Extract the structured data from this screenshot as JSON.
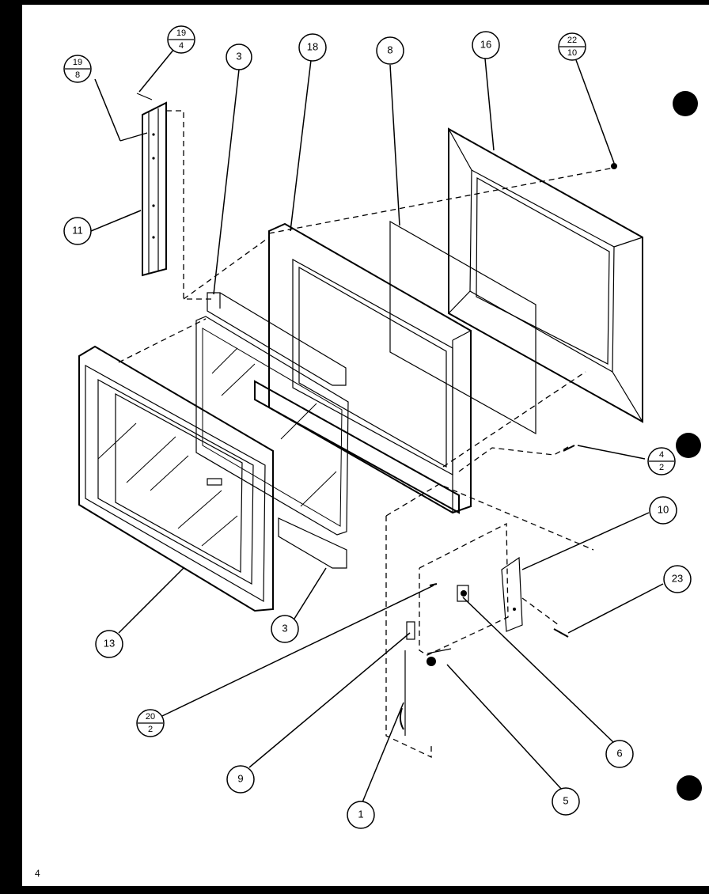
{
  "diagram": {
    "callouts": [
      {
        "id": "c11",
        "label": "11"
      },
      {
        "id": "c3a",
        "label": "3"
      },
      {
        "id": "c18",
        "label": "18"
      },
      {
        "id": "c8",
        "label": "8"
      },
      {
        "id": "c16",
        "label": "16"
      },
      {
        "id": "c13",
        "label": "13"
      },
      {
        "id": "c3b",
        "label": "3"
      },
      {
        "id": "c10",
        "label": "10"
      },
      {
        "id": "c23",
        "label": "23"
      },
      {
        "id": "c6",
        "label": "6"
      },
      {
        "id": "c9",
        "label": "9"
      },
      {
        "id": "c5",
        "label": "5"
      },
      {
        "id": "c1",
        "label": "1"
      }
    ],
    "fraction_callouts": [
      {
        "id": "f19-8",
        "top": "19",
        "bottom": "8"
      },
      {
        "id": "f19-4",
        "top": "19",
        "bottom": "4"
      },
      {
        "id": "f22-10",
        "top": "22",
        "bottom": "10"
      },
      {
        "id": "f4-2",
        "top": "4",
        "bottom": "2"
      },
      {
        "id": "f20-2",
        "top": "20",
        "bottom": "2"
      }
    ],
    "page_number": "4"
  }
}
